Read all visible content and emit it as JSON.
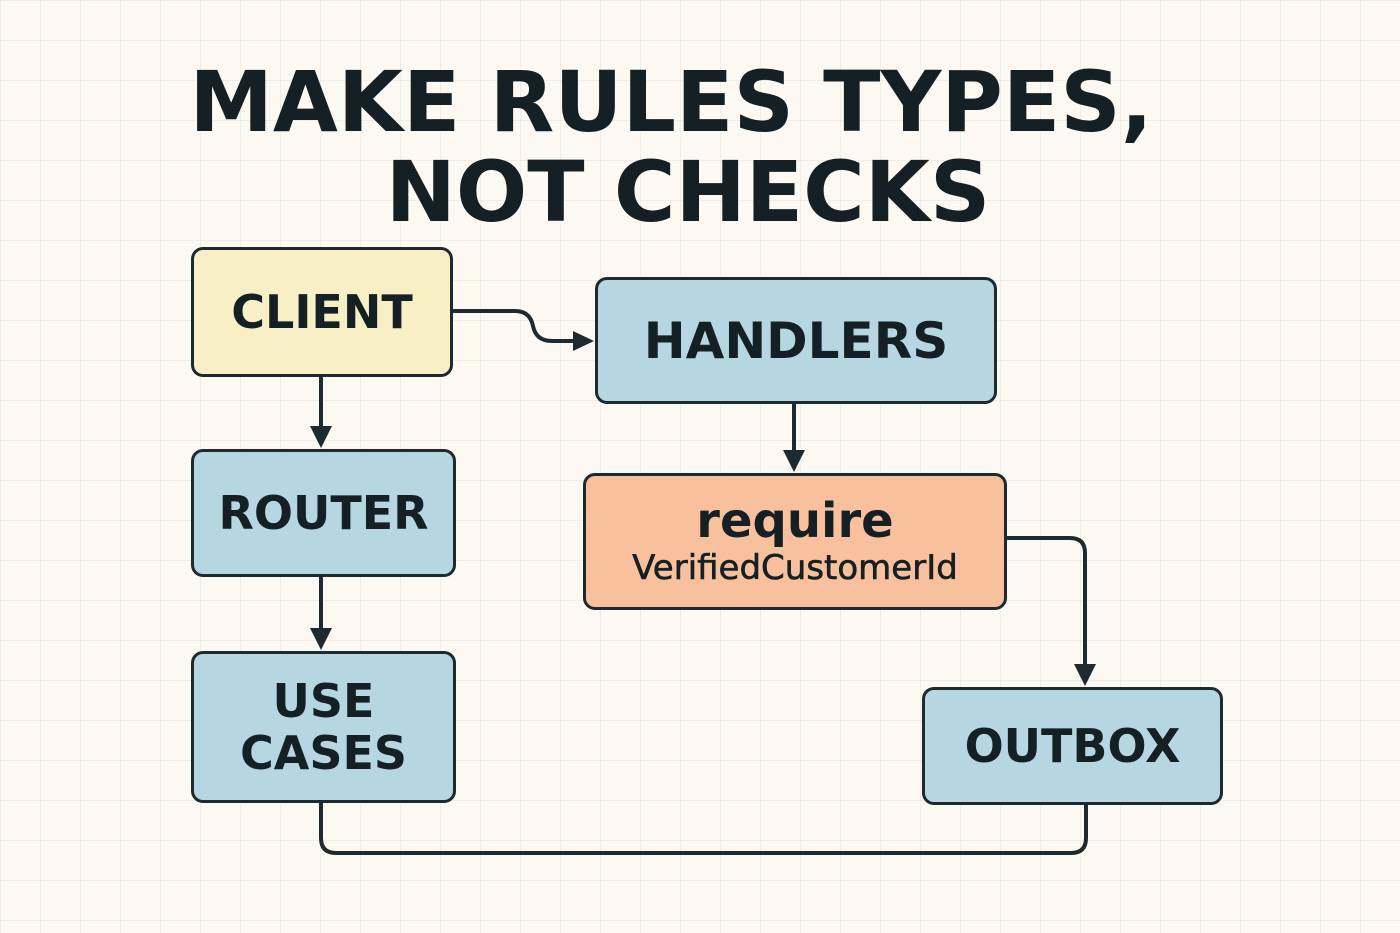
{
  "title": {
    "line1": "MAKE RULES TYPES,",
    "line2": "NOT CHECKS"
  },
  "nodes": {
    "client": "CLIENT",
    "router": "ROUTER",
    "use_cases": {
      "line1": "USE",
      "line2": "CASES"
    },
    "handlers": "HANDLERS",
    "require": {
      "line1": "require",
      "line2": "VerifiedCustomerId"
    },
    "outbox": "OUTBOX"
  },
  "colors": {
    "background": "#fbf9f2",
    "ink": "#152024",
    "node_blue": "#b6d7e1",
    "node_yellow": "#f8efc7",
    "node_orange": "#f8c09d"
  }
}
